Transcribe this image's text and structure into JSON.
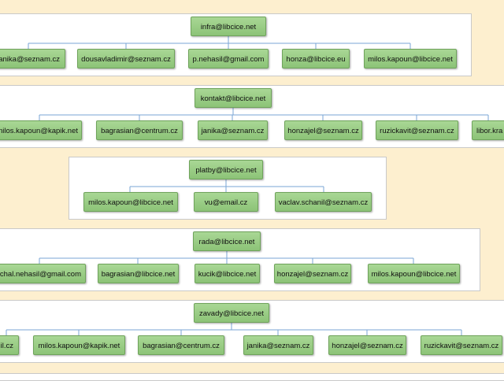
{
  "groups": [
    {
      "parent": "infra@libcice.net",
      "children": [
        "janika@seznam.cz",
        "dousavladimir@seznam.cz",
        "p.nehasil@gmail.com",
        "honza@libcice.eu",
        "milos.kapoun@libcice.net"
      ]
    },
    {
      "parent": "kontakt@libcice.net",
      "children": [
        "milos.kapoun@kapik.net",
        "bagrasian@centrum.cz",
        "janika@seznam.cz",
        "honzajel@seznam.cz",
        "ruzickavit@seznam.cz",
        "libor.kra"
      ]
    },
    {
      "parent": "platby@libcice.net",
      "children": [
        "milos.kapoun@libcice.net",
        "vu@email.cz",
        "vaclav.schanil@seznam.cz"
      ]
    },
    {
      "parent": "rada@libcice.net",
      "children": [
        "chal.nehasil@gmail.com",
        "bagrasian@libcice.net",
        "kucik@libcice.net",
        "honzajel@seznam.cz",
        "milos.kapoun@libcice.net"
      ]
    },
    {
      "parent": "zavady@libcice.net",
      "children": [
        "il.cz",
        "milos.kapoun@kapik.net",
        "bagrasian@centrum.cz",
        "janika@seznam.cz",
        "honzajel@seznam.cz",
        "ruzickavit@seznam.cz"
      ]
    }
  ],
  "colors": {
    "background": "#fdefcf",
    "node": "#8cc377",
    "connector": "#7aa6d6"
  }
}
